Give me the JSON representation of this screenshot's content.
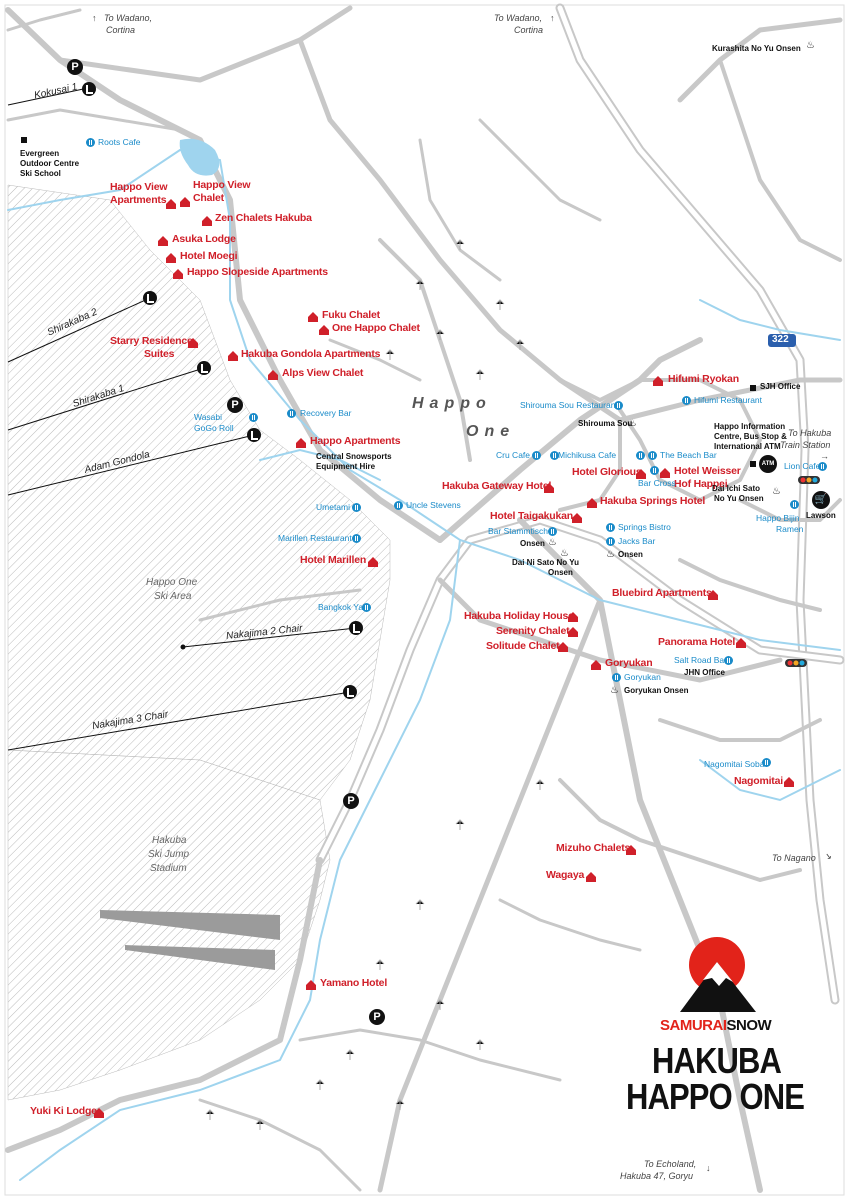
{
  "colors": {
    "accent_red": "#d0202a",
    "food_blue": "#1a8bc9",
    "road_grey": "#c8c8c8",
    "river_blue": "#9fd4ee"
  },
  "area_labels": {
    "happo_line1": "Happo",
    "happo_line2": "One",
    "ski_area_l1": "Happo One",
    "ski_area_l2": "Ski Area",
    "jump_l1": "Hakuba",
    "jump_l2": "Ski Jump",
    "jump_l3": "Stadium"
  },
  "directions": {
    "wadano_left_l1": "To Wadano,",
    "wadano_left_l2": "Cortina",
    "wadano_right_l1": "To Wadano,",
    "wadano_right_l2": "Cortina",
    "station_l1": "To Hakuba",
    "station_l2": "Train Station",
    "nagano": "To Nagano",
    "echoland_l1": "To Echoland,",
    "echoland_l2": "Hakuba 47, Goryu",
    "road_number": "322"
  },
  "lifts": {
    "kokusai": "Kokusai 1",
    "shirakaba2": "Shirakaba 2",
    "shirakaba1": "Shirakaba 1",
    "adam": "Adam Gondola",
    "nakajima2": "Nakajima 2 Chair",
    "nakajima3": "Nakajima 3 Chair"
  },
  "accommodation": {
    "happo_view_apts_l1": "Happo View",
    "happo_view_apts_l2": "Apartments",
    "happo_view_chalet_l1": "Happo View",
    "happo_view_chalet_l2": "Chalet",
    "zen": "Zen Chalets Hakuba",
    "asuka": "Asuka Lodge",
    "moegi": "Hotel Moegi",
    "slopeside": "Happo Slopeside Apartments",
    "fuku": "Fuku Chalet",
    "one_happo": "One Happo Chalet",
    "starry_l1": "Starry Residence",
    "starry_l2": "Suites",
    "gondola_apts": "Hakuba Gondola Apartments",
    "alps_view": "Alps View Chalet",
    "happo_apts": "Happo Apartments",
    "marillen": "Hotel Marillen",
    "hifumi": "Hifumi Ryokan",
    "gateway": "Hakuba Gateway Hotel",
    "glorious": "Hotel Glorious",
    "weisser_l1": "Hotel Weisser",
    "weisser_l2": "Hof Happei",
    "springs": "Hakuba Springs Hotel",
    "taigakukan": "Hotel Taigakukan",
    "bluebird": "Bluebird Apartments",
    "holiday_house": "Hakuba Holiday House",
    "serenity": "Serenity Chalet",
    "solitude": "Solitude Chalet",
    "panorama": "Panorama Hotel",
    "goryukan": "Goryukan",
    "nagomitai": "Nagomitai",
    "mizuho": "Mizuho Chalets",
    "wagaya": "Wagaya",
    "yamano": "Yamano Hotel",
    "yuki_ki": "Yuki Ki Lodge"
  },
  "food": {
    "roots": "Roots Cafe",
    "wasabi_l1": "Wasabi",
    "wasabi_l2": "GoGo Roll",
    "recovery": "Recovery Bar",
    "umetami": "Umetami",
    "uncle": "Uncle Stevens",
    "marillen_rest": "Marillen Restaurant",
    "bangkok": "Bangkok Ya",
    "shirouma_rest": "Shirouma Sou Restaurant",
    "hifumi_rest": "Hifumi Restaurant",
    "cru": "Cru Cafe",
    "michikusa": "Michikusa Cafe",
    "beach": "The Beach Bar",
    "bar_cross": "Bar Cross",
    "lion": "Lion Cafe",
    "bar_stammtisch": "Bar Stammtisch",
    "springs_bistro": "Springs Bistro",
    "jacks": "Jacks Bar",
    "bijin_l1": "Happo Bijin",
    "bijin_l2": "Ramen",
    "salt_road": "Salt Road Bar",
    "goryukan_food": "Goryukan",
    "nagomitai_soba": "Nagomitai Soba"
  },
  "services": {
    "evergreen_l1": "Evergreen",
    "evergreen_l2": "Outdoor Centre",
    "evergreen_l3": "Ski School",
    "central_l1": "Central Snowsports",
    "central_l2": "Equipment Hire",
    "kurashita": "Kurashita No Yu Onsen",
    "sjh": "SJH Office",
    "info_l1": "Happo Information",
    "info_l2": "Centre, Bus Stop &",
    "info_l3": "International ATM",
    "atm": "ATM",
    "shirouma_sou": "Shirouma Sou",
    "dai_ichi_l1": "Dai Ichi Sato",
    "dai_ichi_l2": "No Yu Onsen",
    "lawson": "Lawson",
    "onsen1": "Onsen",
    "onsen2": "Onsen",
    "dai_ni_l1": "Dai Ni Sato No Yu",
    "dai_ni_l2": "Onsen",
    "goryukan_onsen": "Goryukan Onsen",
    "jhn": "JHN Office",
    "parking": "P"
  },
  "brand": {
    "samurai": "SAMURAI",
    "snow": "SNOW",
    "title_l1": "HAKUBA",
    "title_l2": "HAPPO ONE"
  }
}
